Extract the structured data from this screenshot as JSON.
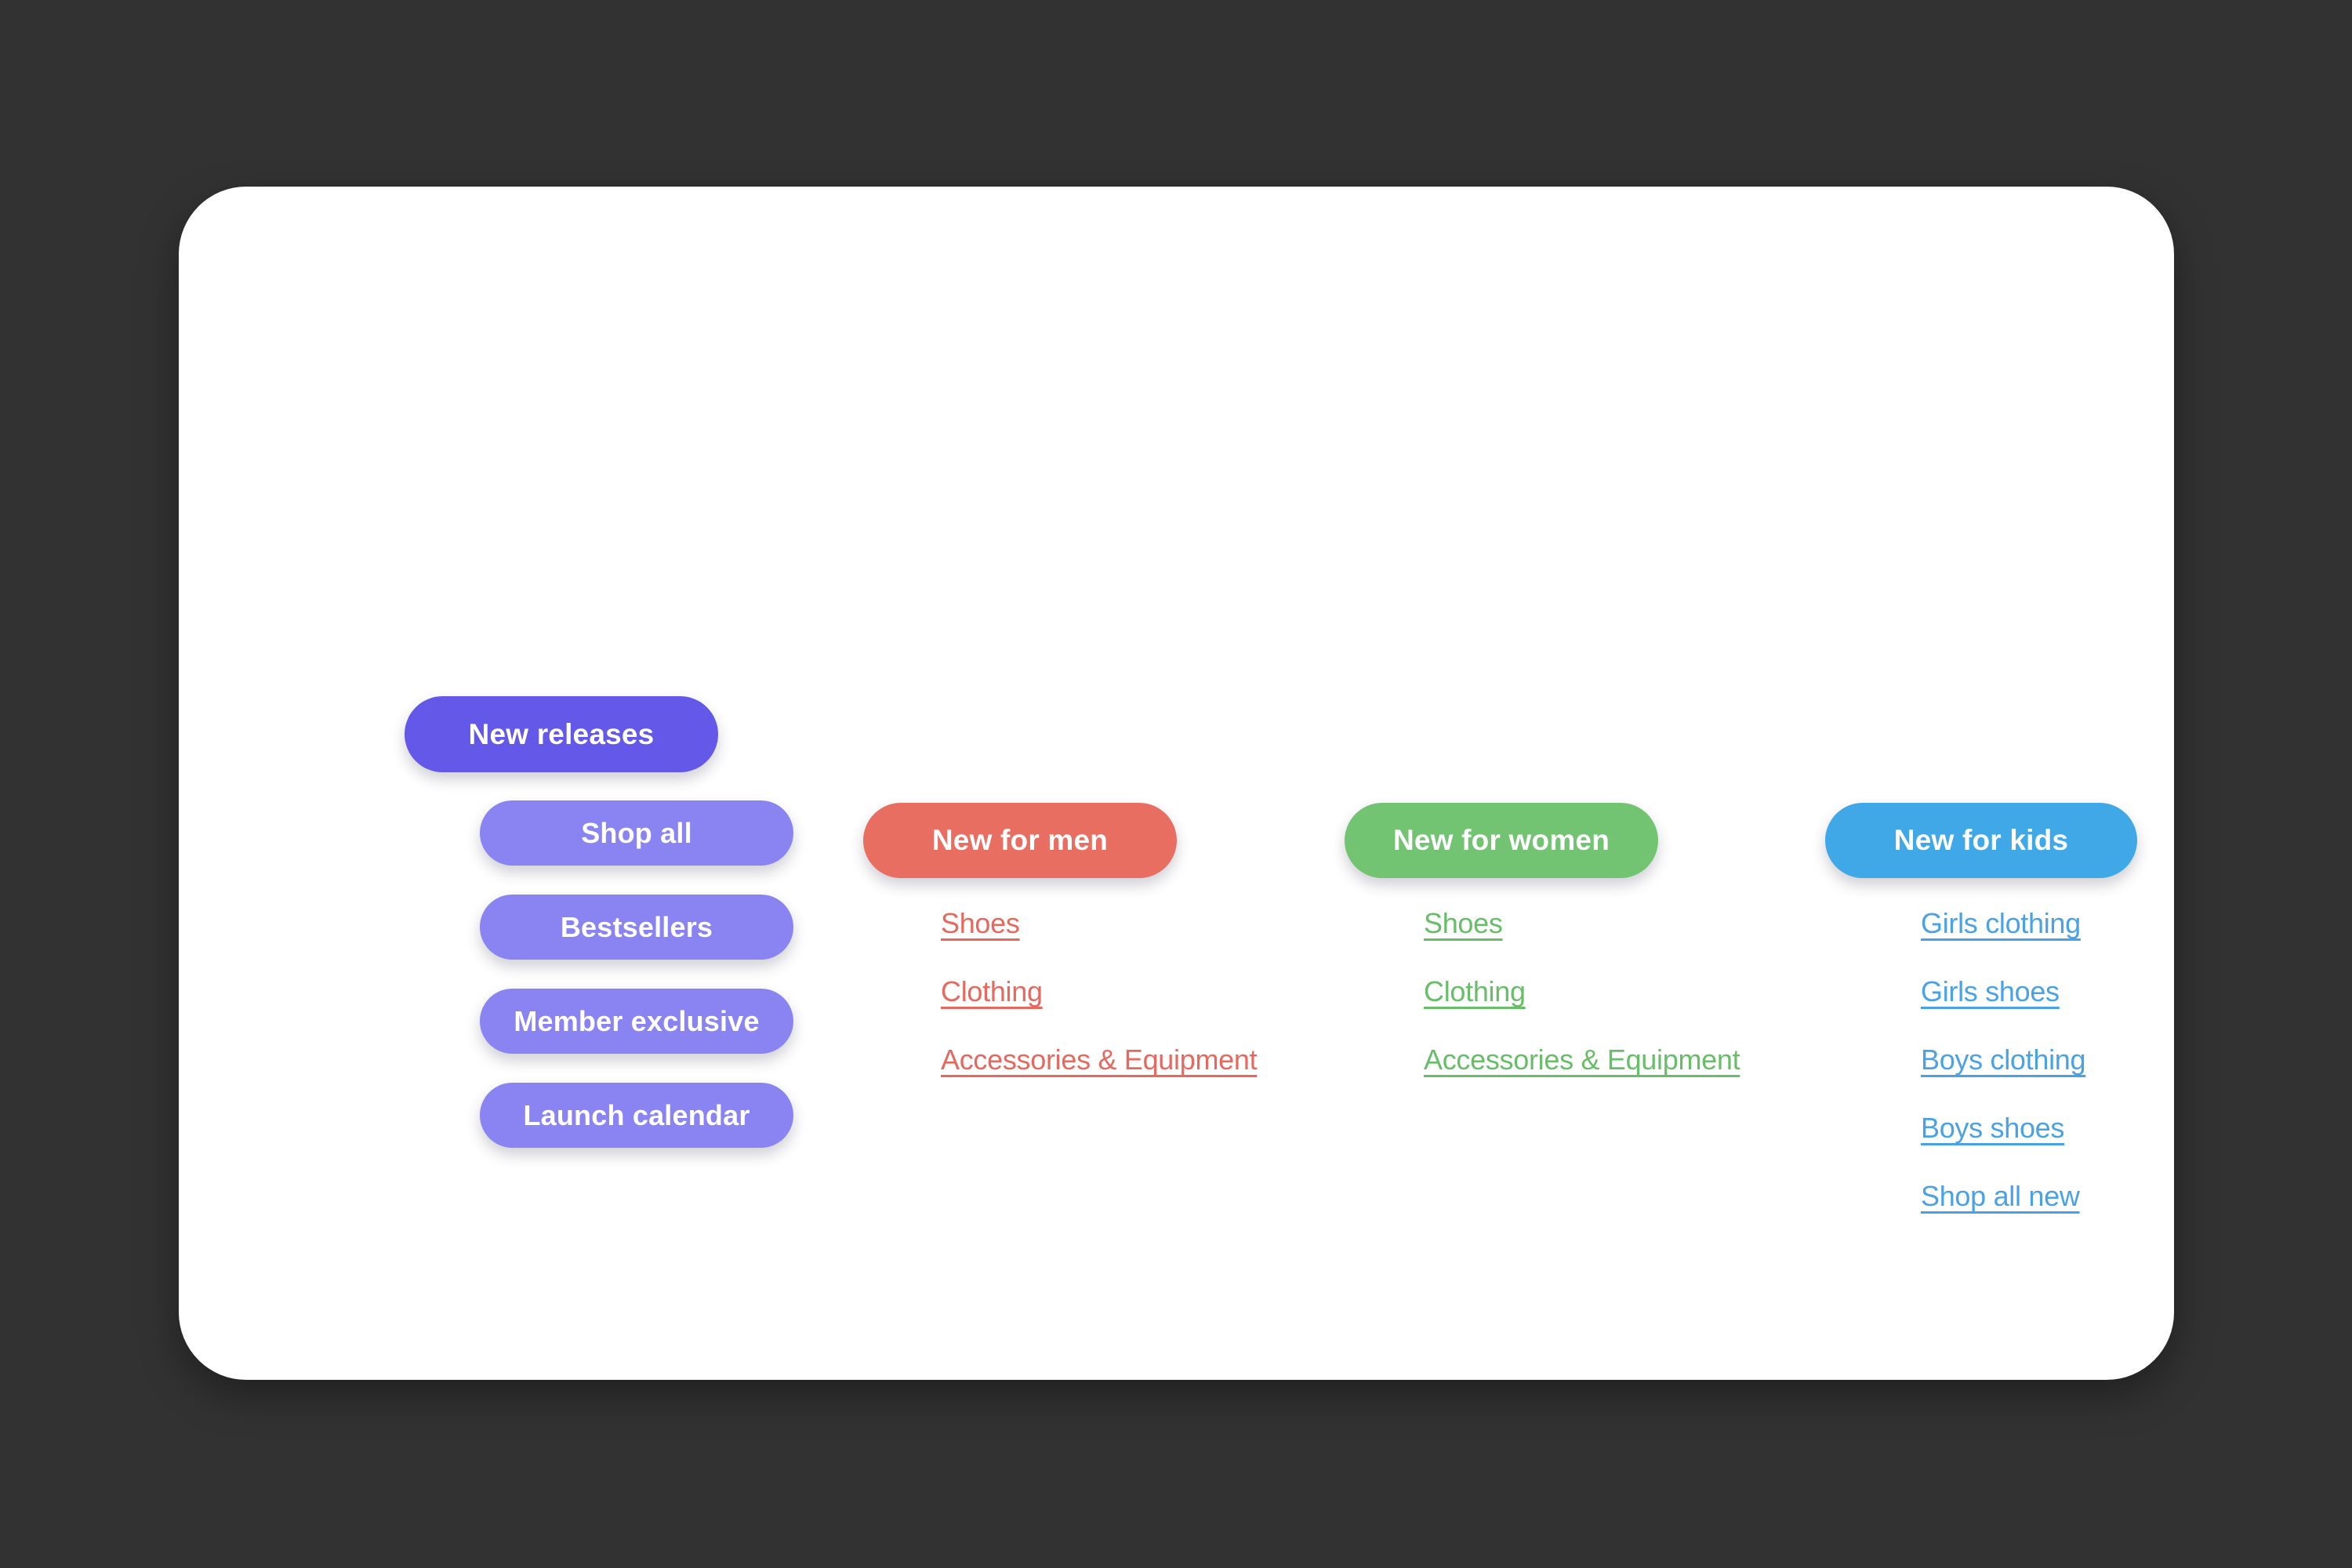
{
  "page": {
    "background_color": "#323232",
    "card_color": "#ffffff"
  },
  "menu": {
    "root": {
      "label": "New releases",
      "color": "#6458e8"
    },
    "primary": {
      "color": "#8a84f2",
      "items": [
        {
          "label": "Shop all"
        },
        {
          "label": "Bestsellers"
        },
        {
          "label": "Member exclusive"
        },
        {
          "label": "Launch calendar"
        }
      ]
    },
    "categories": [
      {
        "label": "New for men",
        "pill_color": "#e96e62",
        "link_color": "#e5695f",
        "links": [
          "Shoes",
          "Clothing",
          "Accessories & Equipment"
        ]
      },
      {
        "label": "New for women",
        "pill_color": "#72c472",
        "link_color": "#68be68",
        "links": [
          "Shoes",
          "Clothing",
          "Accessories & Equipment"
        ]
      },
      {
        "label": "New for kids",
        "pill_color": "#41a8e8",
        "link_color": "#4aa2e4",
        "links": [
          "Girls clothing",
          "Girls shoes",
          "Boys clothing",
          "Boys shoes",
          "Shop all new"
        ]
      }
    ]
  }
}
